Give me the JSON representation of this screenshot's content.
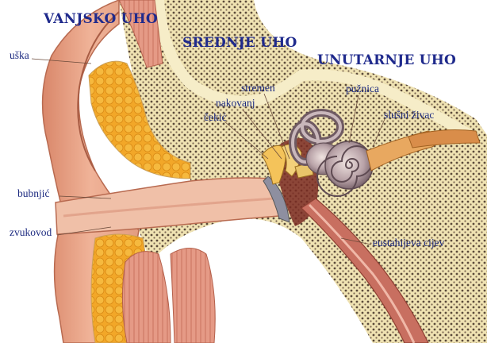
{
  "sections": {
    "outer_ear": "VANJSKO UHO",
    "middle_ear": "SREDNJE UHO",
    "inner_ear": "UNUTARNJE UHO"
  },
  "parts": {
    "auricle": "uška",
    "stapes": "stremen",
    "incus": "nakovanj",
    "malleus": "čekić",
    "cochlea": "pužnica",
    "auditory_nerve": "slušni živac",
    "eardrum": "bubnjić",
    "ear_canal": "zvukovod",
    "eustachian_tube": "eustahijeva cijev"
  },
  "colors": {
    "title": "#1f2a8c",
    "label": "#1c2a80",
    "skin": "#e9a58a",
    "skin_dark": "#c97a5f",
    "fat": "#f2a728",
    "bone": "#f3e7b4",
    "canal": "#f0c0a8",
    "cochlea": "#b9a3a8"
  }
}
